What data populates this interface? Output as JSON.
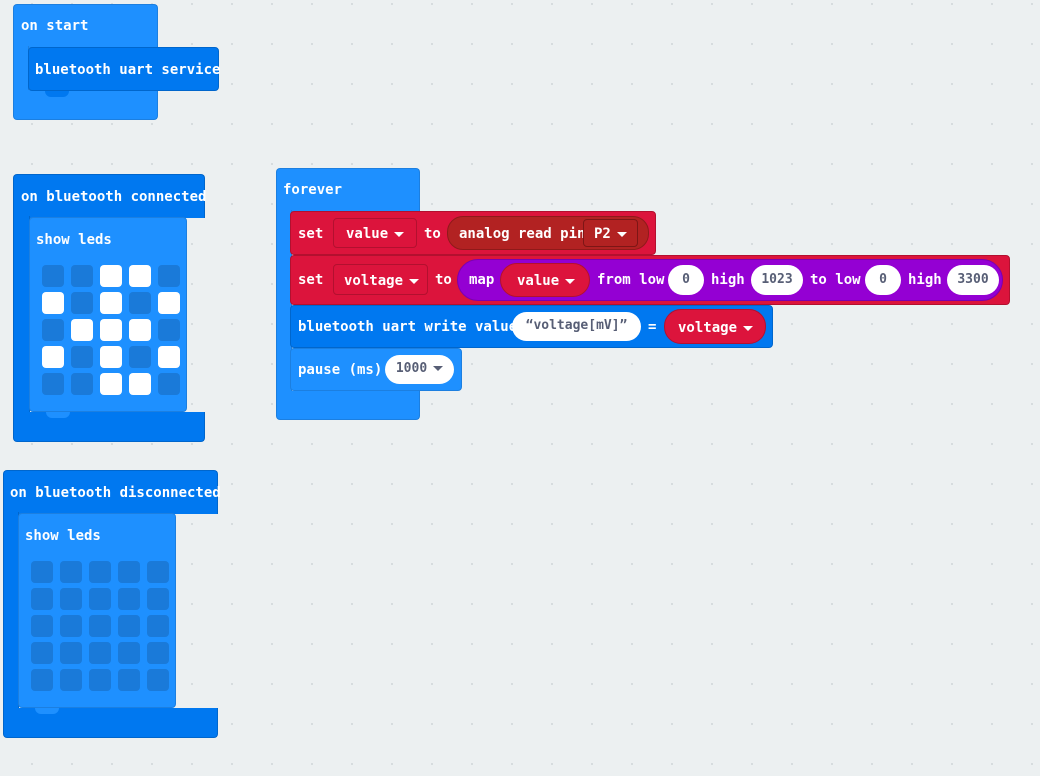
{
  "on_start": {
    "hat_label": "on start",
    "block_label": "bluetooth uart service"
  },
  "on_connected": {
    "hat_label": "on bluetooth connected",
    "show_leds_label": "show leds",
    "leds": [
      [
        0,
        0,
        1,
        1,
        0
      ],
      [
        1,
        0,
        1,
        0,
        1
      ],
      [
        0,
        1,
        1,
        1,
        0
      ],
      [
        1,
        0,
        1,
        0,
        1
      ],
      [
        0,
        0,
        1,
        1,
        0
      ]
    ]
  },
  "on_disconnected": {
    "hat_label": "on bluetooth disconnected",
    "show_leds_label": "show leds",
    "leds": [
      [
        0,
        0,
        0,
        0,
        0
      ],
      [
        0,
        0,
        0,
        0,
        0
      ],
      [
        0,
        0,
        0,
        0,
        0
      ],
      [
        0,
        0,
        0,
        0,
        0
      ],
      [
        0,
        0,
        0,
        0,
        0
      ]
    ]
  },
  "forever": {
    "hat_label": "forever",
    "set_value": {
      "set_label": "set",
      "var": "value",
      "to_label": "to",
      "reporter": "analog read pin",
      "pin": "P2"
    },
    "set_voltage": {
      "set_label": "set",
      "var": "voltage",
      "to_label": "to",
      "map_label": "map",
      "map_var": "value",
      "from_low_label": "from low",
      "from_low": "0",
      "high_label": "high",
      "from_high": "1023",
      "to_low_label": "to low",
      "to_low": "0",
      "high2_label": "high",
      "to_high": "3300"
    },
    "uart_write": {
      "label": "bluetooth uart write value",
      "string_value": "voltage[mV]",
      "equals": "=",
      "var": "voltage"
    },
    "pause": {
      "label": "pause (ms)",
      "value": "1000"
    }
  },
  "colors": {
    "events": "#1e90ff",
    "bluetooth": "#0078f0",
    "variables": "#dc143c",
    "pins": "#b22222",
    "math": "#9400d3",
    "workspace": "#ecf0f1"
  }
}
